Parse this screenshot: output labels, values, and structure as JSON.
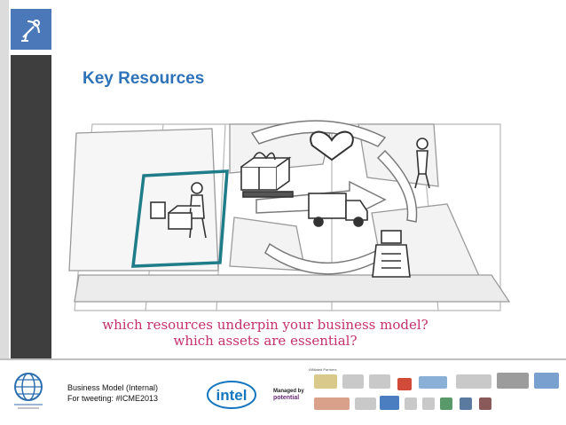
{
  "slide": {
    "title": "Key Resources",
    "question_1": "which resources underpin your business model?",
    "question_2": "which assets are essential?"
  },
  "footer": {
    "line_1": "Business Model (Internal)",
    "line_2": "For tweeting: #ICME2013",
    "intel_logo": "intel",
    "managed_by": "Managed by",
    "managed_brand": "potential",
    "affiliated": "Affiliated Partners"
  },
  "colors": {
    "title": "#2e73b9",
    "caption": "#c4306d",
    "highlight": "#1f7d8a",
    "left_bar": "#3e3e3e",
    "logo_tile": "#4a78b8",
    "intel": "#1576c0"
  },
  "icons": {
    "slide_logo": "satellite-dish-icon",
    "globe": "globe-icon"
  }
}
